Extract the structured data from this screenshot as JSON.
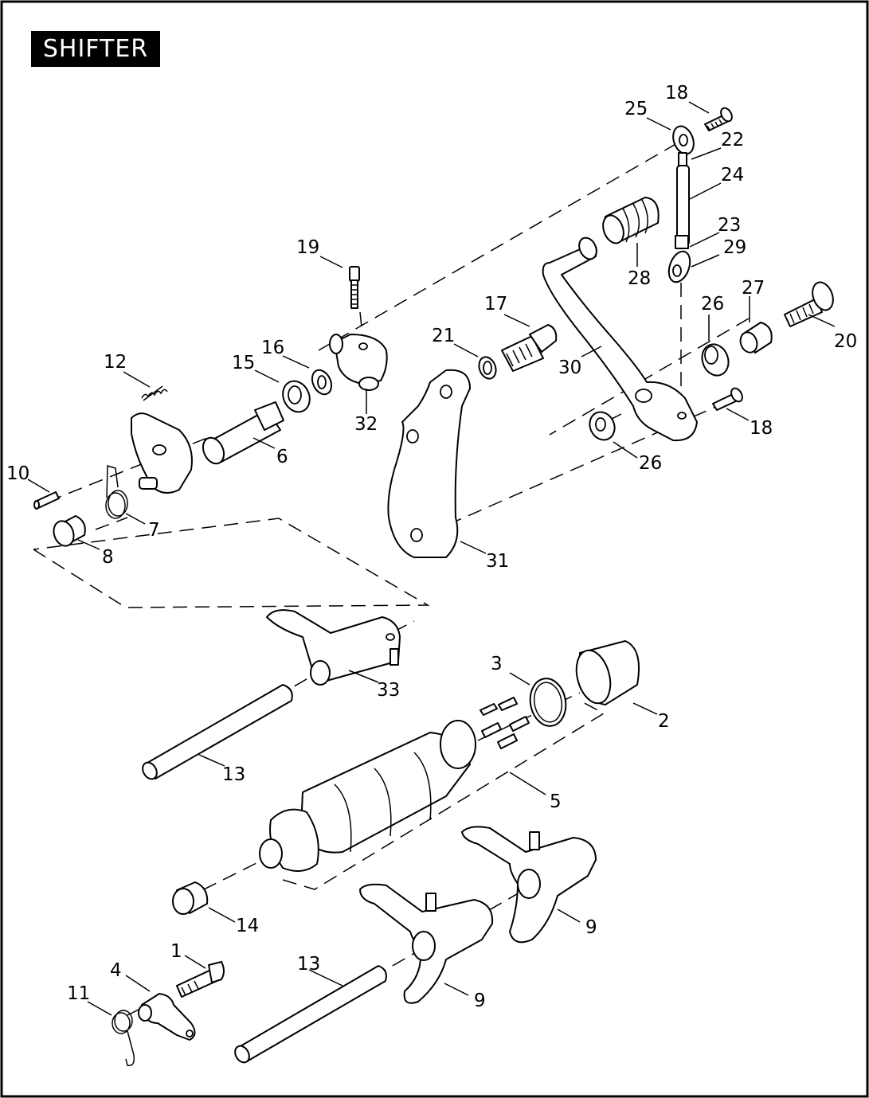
{
  "title": "SHIFTER",
  "callouts": [
    {
      "id": "c18a",
      "label": "18"
    },
    {
      "id": "c25",
      "label": "25"
    },
    {
      "id": "c22",
      "label": "22"
    },
    {
      "id": "c24",
      "label": "24"
    },
    {
      "id": "c23",
      "label": "23"
    },
    {
      "id": "c29",
      "label": "29"
    },
    {
      "id": "c28",
      "label": "28"
    },
    {
      "id": "c19",
      "label": "19"
    },
    {
      "id": "c17",
      "label": "17"
    },
    {
      "id": "c21",
      "label": "21"
    },
    {
      "id": "c30",
      "label": "30"
    },
    {
      "id": "c26a",
      "label": "26"
    },
    {
      "id": "c27",
      "label": "27"
    },
    {
      "id": "c20",
      "label": "20"
    },
    {
      "id": "c16",
      "label": "16"
    },
    {
      "id": "c15",
      "label": "15"
    },
    {
      "id": "c12",
      "label": "12"
    },
    {
      "id": "c32",
      "label": "32"
    },
    {
      "id": "c18b",
      "label": "18"
    },
    {
      "id": "c6",
      "label": "6"
    },
    {
      "id": "c26b",
      "label": "26"
    },
    {
      "id": "c10",
      "label": "10"
    },
    {
      "id": "c7",
      "label": "7"
    },
    {
      "id": "c8",
      "label": "8"
    },
    {
      "id": "c31",
      "label": "31"
    },
    {
      "id": "c33",
      "label": "33"
    },
    {
      "id": "c3",
      "label": "3"
    },
    {
      "id": "c2",
      "label": "2"
    },
    {
      "id": "c13a",
      "label": "13"
    },
    {
      "id": "c5",
      "label": "5"
    },
    {
      "id": "c14",
      "label": "14"
    },
    {
      "id": "c9a",
      "label": "9"
    },
    {
      "id": "c1",
      "label": "1"
    },
    {
      "id": "c4",
      "label": "4"
    },
    {
      "id": "c13b",
      "label": "13"
    },
    {
      "id": "c11",
      "label": "11"
    },
    {
      "id": "c9b",
      "label": "9"
    }
  ]
}
